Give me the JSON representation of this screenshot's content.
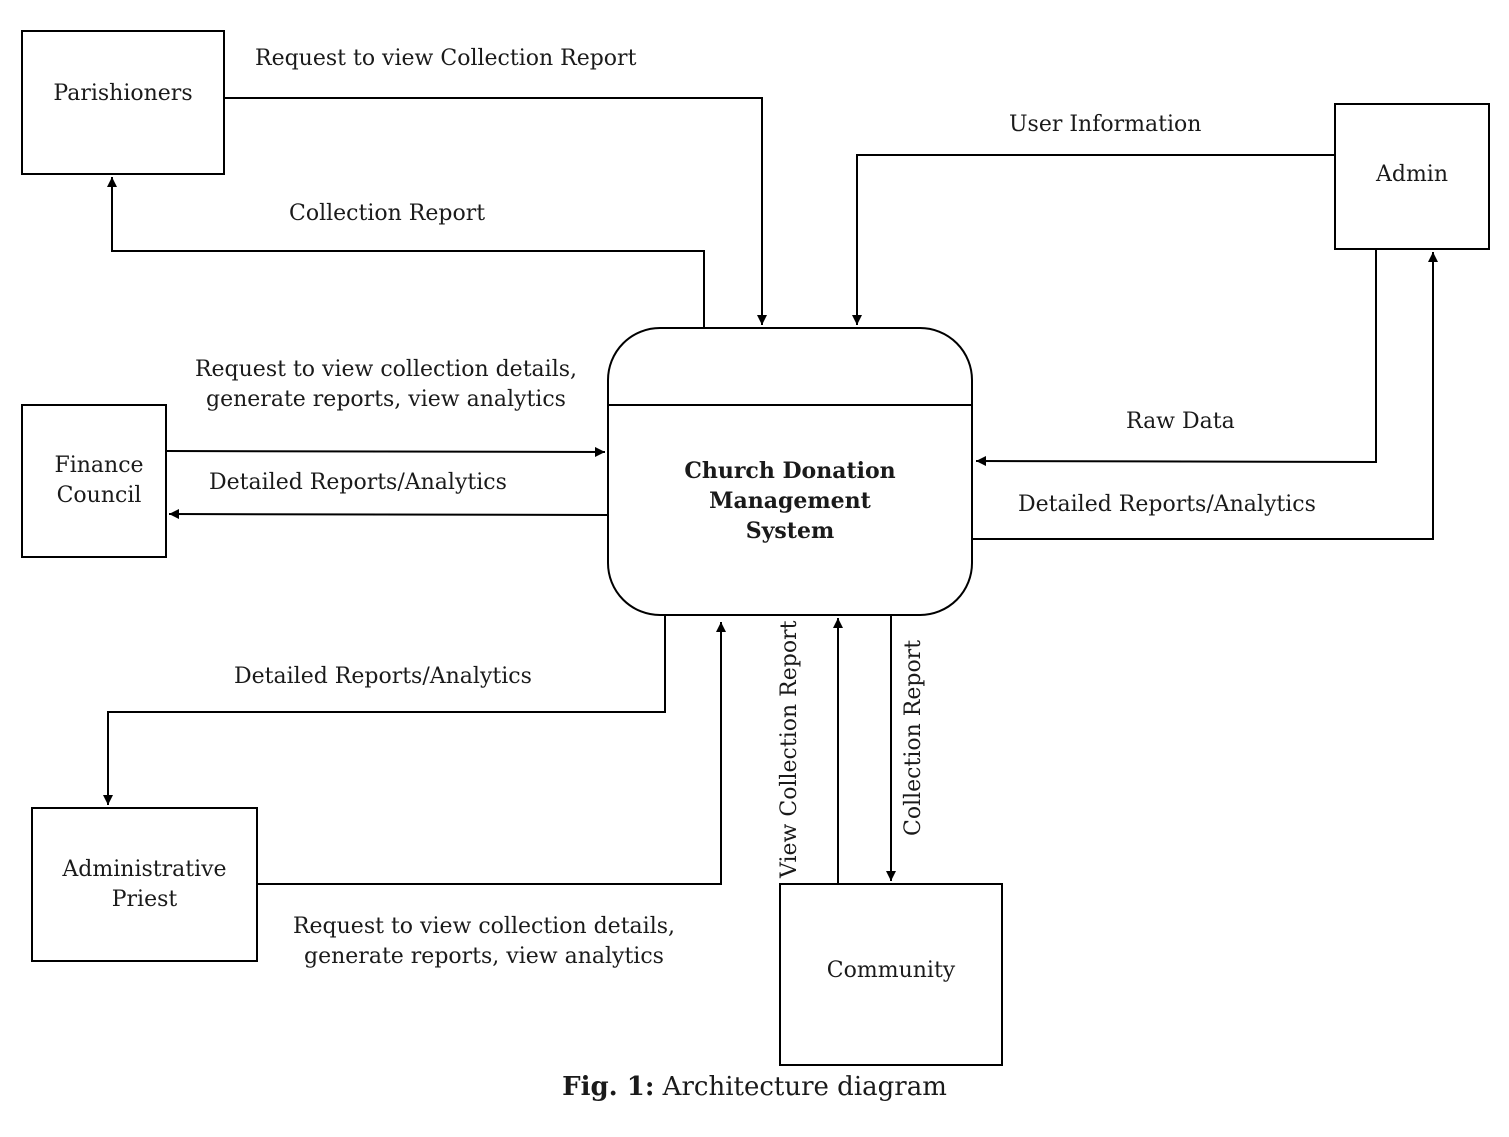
{
  "entities": {
    "parishioners": "Parishioners",
    "admin": "Admin",
    "finance_council_line1": "Finance",
    "finance_council_line2": "Council",
    "administrative_priest_line1": "Administrative",
    "administrative_priest_line2": "Priest",
    "community": "Community"
  },
  "system": {
    "line1": "Church Donation Management",
    "line2": "System"
  },
  "flows": {
    "parishioners_request": "Request to view Collection Report",
    "parishioners_report": "Collection Report",
    "admin_user_info": "User Information",
    "admin_raw_data": "Raw Data",
    "admin_reports": "Detailed Reports/Analytics",
    "finance_request_line1": "Request to view collection details,",
    "finance_request_line2": "generate reports,  view analytics",
    "finance_reports": "Detailed Reports/Analytics",
    "priest_reports": "Detailed Reports/Analytics",
    "priest_request_line1": "Request to view collection details,",
    "priest_request_line2": "generate reports, view analytics",
    "community_view": "View Collection Report",
    "community_report": "Collection Report"
  },
  "caption": {
    "label": "Fig. 1:",
    "text": " Architecture diagram"
  }
}
